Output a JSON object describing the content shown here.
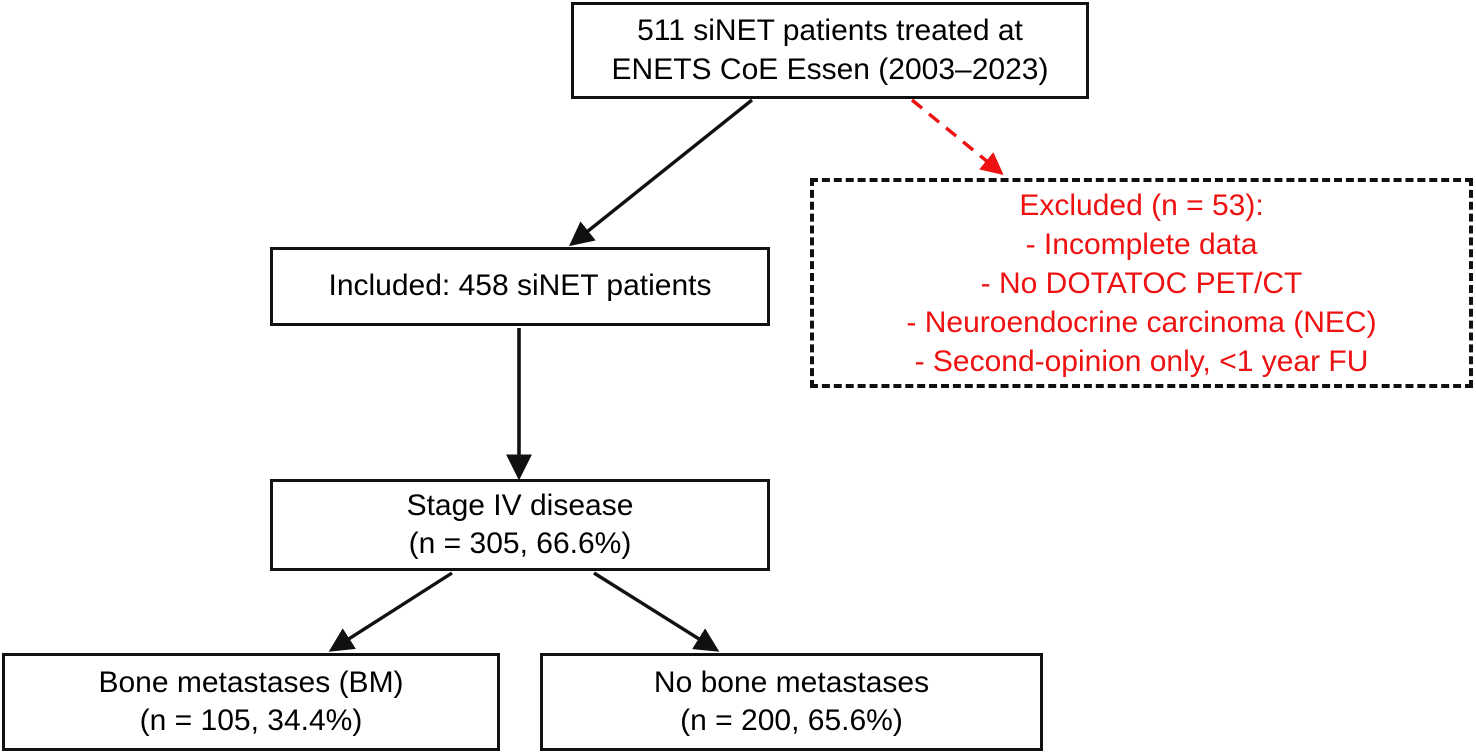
{
  "figure": {
    "type": "flowchart",
    "title": "siNET patient selection flow diagram",
    "colors": {
      "node_border": "#111111",
      "node_fill": "#ffffff",
      "text": "#000000",
      "excluded_text": "#ee1111",
      "excluded_arrow": "#ee1111",
      "arrow": "#111111"
    }
  },
  "nodes": {
    "cohort": {
      "id": "cohort",
      "style": "solid",
      "lines": [
        "511 siNET patients treated at",
        "ENETS CoE Essen (2003–2023)"
      ],
      "total_patients": 511,
      "center": "ENETS CoE Essen",
      "period": "2003–2023"
    },
    "included": {
      "id": "included",
      "style": "solid",
      "lines": [
        "Included: 458 siNET patients"
      ],
      "count": 458
    },
    "excluded": {
      "id": "excluded",
      "style": "dashed",
      "lines": [
        "Excluded (n = 53):",
        "- Incomplete data",
        "- No DOTATOC PET/CT",
        "- Neuroendocrine carcinoma (NEC)",
        "- Second-opinion only, <1 year FU"
      ],
      "count": 53
    },
    "stage4": {
      "id": "stage4",
      "style": "solid",
      "lines": [
        "Stage IV disease",
        "(n = 305, 66.6%)"
      ],
      "count": 305,
      "percent": "66.6%"
    },
    "bone_mets": {
      "id": "bone_mets",
      "style": "solid",
      "lines": [
        "Bone metastases (BM)",
        "(n = 105, 34.4%)"
      ],
      "count": 105,
      "percent": "34.4%"
    },
    "no_bone_mets": {
      "id": "no_bone_mets",
      "style": "solid",
      "lines": [
        "No bone metastases",
        "(n = 200, 65.6%)"
      ],
      "count": 200,
      "percent": "65.6%"
    }
  },
  "edges": [
    {
      "id": "cohort-to-included",
      "from": "cohort",
      "to": "included",
      "style": "solid",
      "color": "#111111"
    },
    {
      "id": "cohort-to-excluded",
      "from": "cohort",
      "to": "excluded",
      "style": "dashed",
      "color": "#ee1111"
    },
    {
      "id": "included-to-stage4",
      "from": "included",
      "to": "stage4",
      "style": "solid",
      "color": "#111111"
    },
    {
      "id": "stage4-to-bone-mets",
      "from": "stage4",
      "to": "bone_mets",
      "style": "solid",
      "color": "#111111"
    },
    {
      "id": "stage4-to-no-bone-mets",
      "from": "stage4",
      "to": "no_bone_mets",
      "style": "solid",
      "color": "#111111"
    }
  ]
}
